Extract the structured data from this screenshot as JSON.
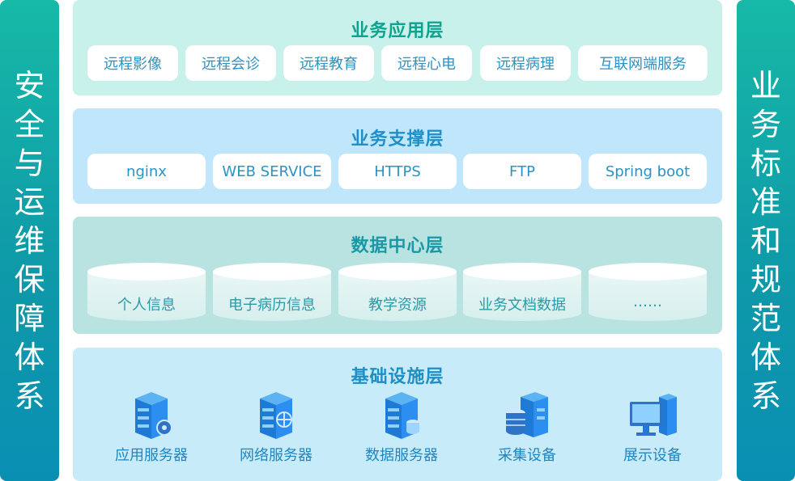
{
  "left_bar": {
    "text": "安全与运维保障体系"
  },
  "right_bar": {
    "text": "业务标准和规范体系"
  },
  "app_layer": {
    "title": "业务应用层",
    "items": [
      "远程影像",
      "远程会诊",
      "远程教育",
      "远程心电",
      "远程病理",
      "互联网端服务"
    ]
  },
  "support_layer": {
    "title": "业务支撑层",
    "items": [
      "nginx",
      "WEB SERVICE",
      "HTTPS",
      "FTP",
      "Spring boot"
    ]
  },
  "data_layer": {
    "title": "数据中心层",
    "items": [
      "个人信息",
      "电子病历信息",
      "教学资源",
      "业务文档数据",
      "……"
    ]
  },
  "infra_layer": {
    "title": "基础设施层",
    "items": [
      {
        "label": "应用服务器",
        "icon": "server-gear-icon"
      },
      {
        "label": "网络服务器",
        "icon": "server-network-icon"
      },
      {
        "label": "数据服务器",
        "icon": "server-data-icon"
      },
      {
        "label": "采集设备",
        "icon": "collection-device-icon"
      },
      {
        "label": "展示设备",
        "icon": "display-device-icon"
      }
    ]
  },
  "colors": {
    "side_bar": "#10a8a8",
    "app_bg": "#c7f1ea",
    "support_bg": "#bfe6fb",
    "data_bg": "#b9e3e0",
    "infra_bg": "#c8ebfa",
    "title_blue": "#1e8fc6"
  }
}
